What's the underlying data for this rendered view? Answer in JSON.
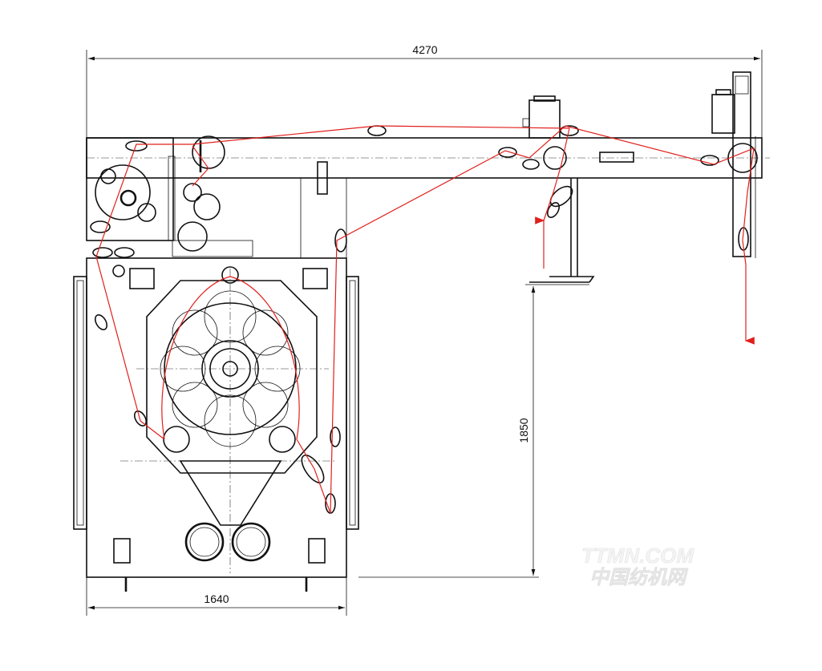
{
  "dimensions": {
    "overall_width": "4270",
    "height": "1850",
    "base_width": "1640"
  },
  "watermark": {
    "line1": "TTMN.COM",
    "line2": "中国纺机网"
  },
  "colors": {
    "lines": "#111111",
    "yarn_path": "#e0201c"
  }
}
